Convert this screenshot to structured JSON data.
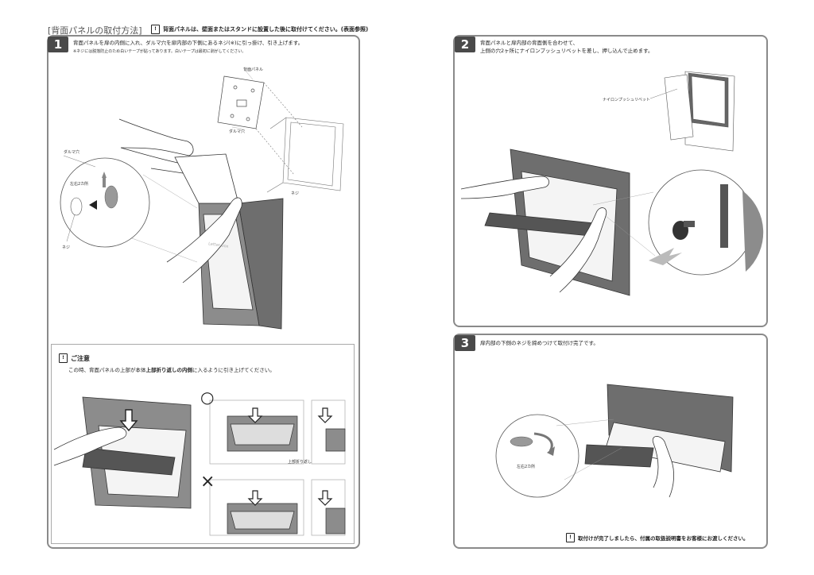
{
  "header": {
    "title": "[背面パネルの取付方法]",
    "note": "背面パネルは、壁面またはスタンドに設置した後に取付けてください。(表面参照)"
  },
  "step1": {
    "number": "1",
    "text": "背面パネルを扉の内側に入れ、ダルマ穴を扉内部の下側にあるネジ(※)に引っ掛け、引き上げます。",
    "subtext": "※ネジには脱落防止のため白いテープが貼ってあります。白いテープは最初に剥がしてください。",
    "labels": {
      "back_panel": "背面パネル",
      "daruma_hole": "ダルマ穴",
      "daruma_hole_2": "ダルマ穴",
      "left_right": "左右2カ所",
      "screw": "ネジ",
      "screw_2": "ネジ",
      "letter_box": "Letter box"
    }
  },
  "caution": {
    "title": "ご注意",
    "text_prefix": "この時、背面パネルの上部が本体",
    "text_bold": "上部折り返しの内側",
    "text_suffix": "に入るように引き上げてください。",
    "ok_mark": "○",
    "ng_mark": "×",
    "fold_label": "上部折り返し"
  },
  "step2": {
    "number": "2",
    "text_line1": "背面パネルと扉内部の背面側を合わせて、",
    "text_line2": "上側の穴2ヶ所にナイロンプッシュリベットを差し、押し込んで止めます。",
    "rivet_label": "ナイロンプッシュリベット"
  },
  "step3": {
    "number": "3",
    "text": "扉内部の下側のネジを締めつけて取付け完了です。",
    "left_right": "左右2カ所"
  },
  "footer": {
    "note": "取付けが完了しましたら、付属の取扱説明書をお客様にお渡しください。"
  },
  "colors": {
    "panel_border": "#8a8a8a",
    "step_badge": "#4a4a4a",
    "box_dark": "#6e6e6e",
    "box_mid": "#8c8c8c",
    "slot": "#555555"
  }
}
